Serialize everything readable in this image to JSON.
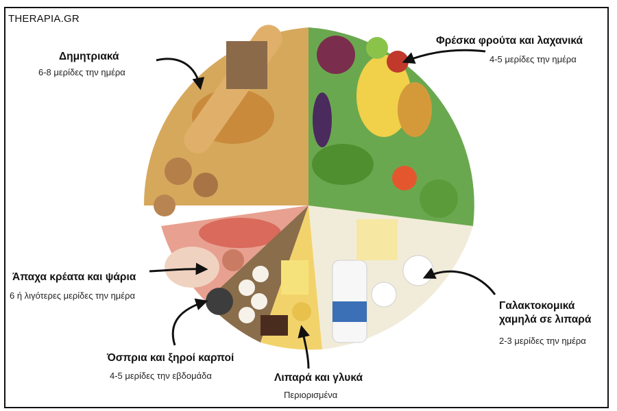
{
  "brand": "THERAPIA.GR",
  "groups": {
    "grains": {
      "title": "Δημητριακά",
      "servings": "6-8 μερίδες την ημέρα"
    },
    "fruits_veg": {
      "title": "Φρέσκα φρούτα και λαχανικά",
      "servings": "4-5 μερίδες την ημέρα"
    },
    "meat_fish": {
      "title": "Άπαχα κρέατα και ψάρια",
      "servings": "6 ή λιγότερες μερίδες την ημέρα"
    },
    "dairy": {
      "title_line1": "Γαλακτοκομικά",
      "title_line2": "χαμηλά σε λιπαρά",
      "servings": "2-3 μερίδες την ημέρα"
    },
    "legumes_nuts": {
      "title": "Όσπρια και ξηροί καρποί",
      "servings": "4-5 μερίδες την εβδομάδα"
    },
    "fats_sweets": {
      "title": "Λιπαρά και γλυκά",
      "servings": "Περιορισμένα"
    }
  },
  "colors": {
    "grains": "#d6a85c",
    "fruits_veg": "#6aa84f",
    "meat_fish": "#e8a090",
    "dairy": "#f1ecd9",
    "legumes_nuts": "#8a6d4a",
    "fats_sweets": "#f2d36b"
  }
}
